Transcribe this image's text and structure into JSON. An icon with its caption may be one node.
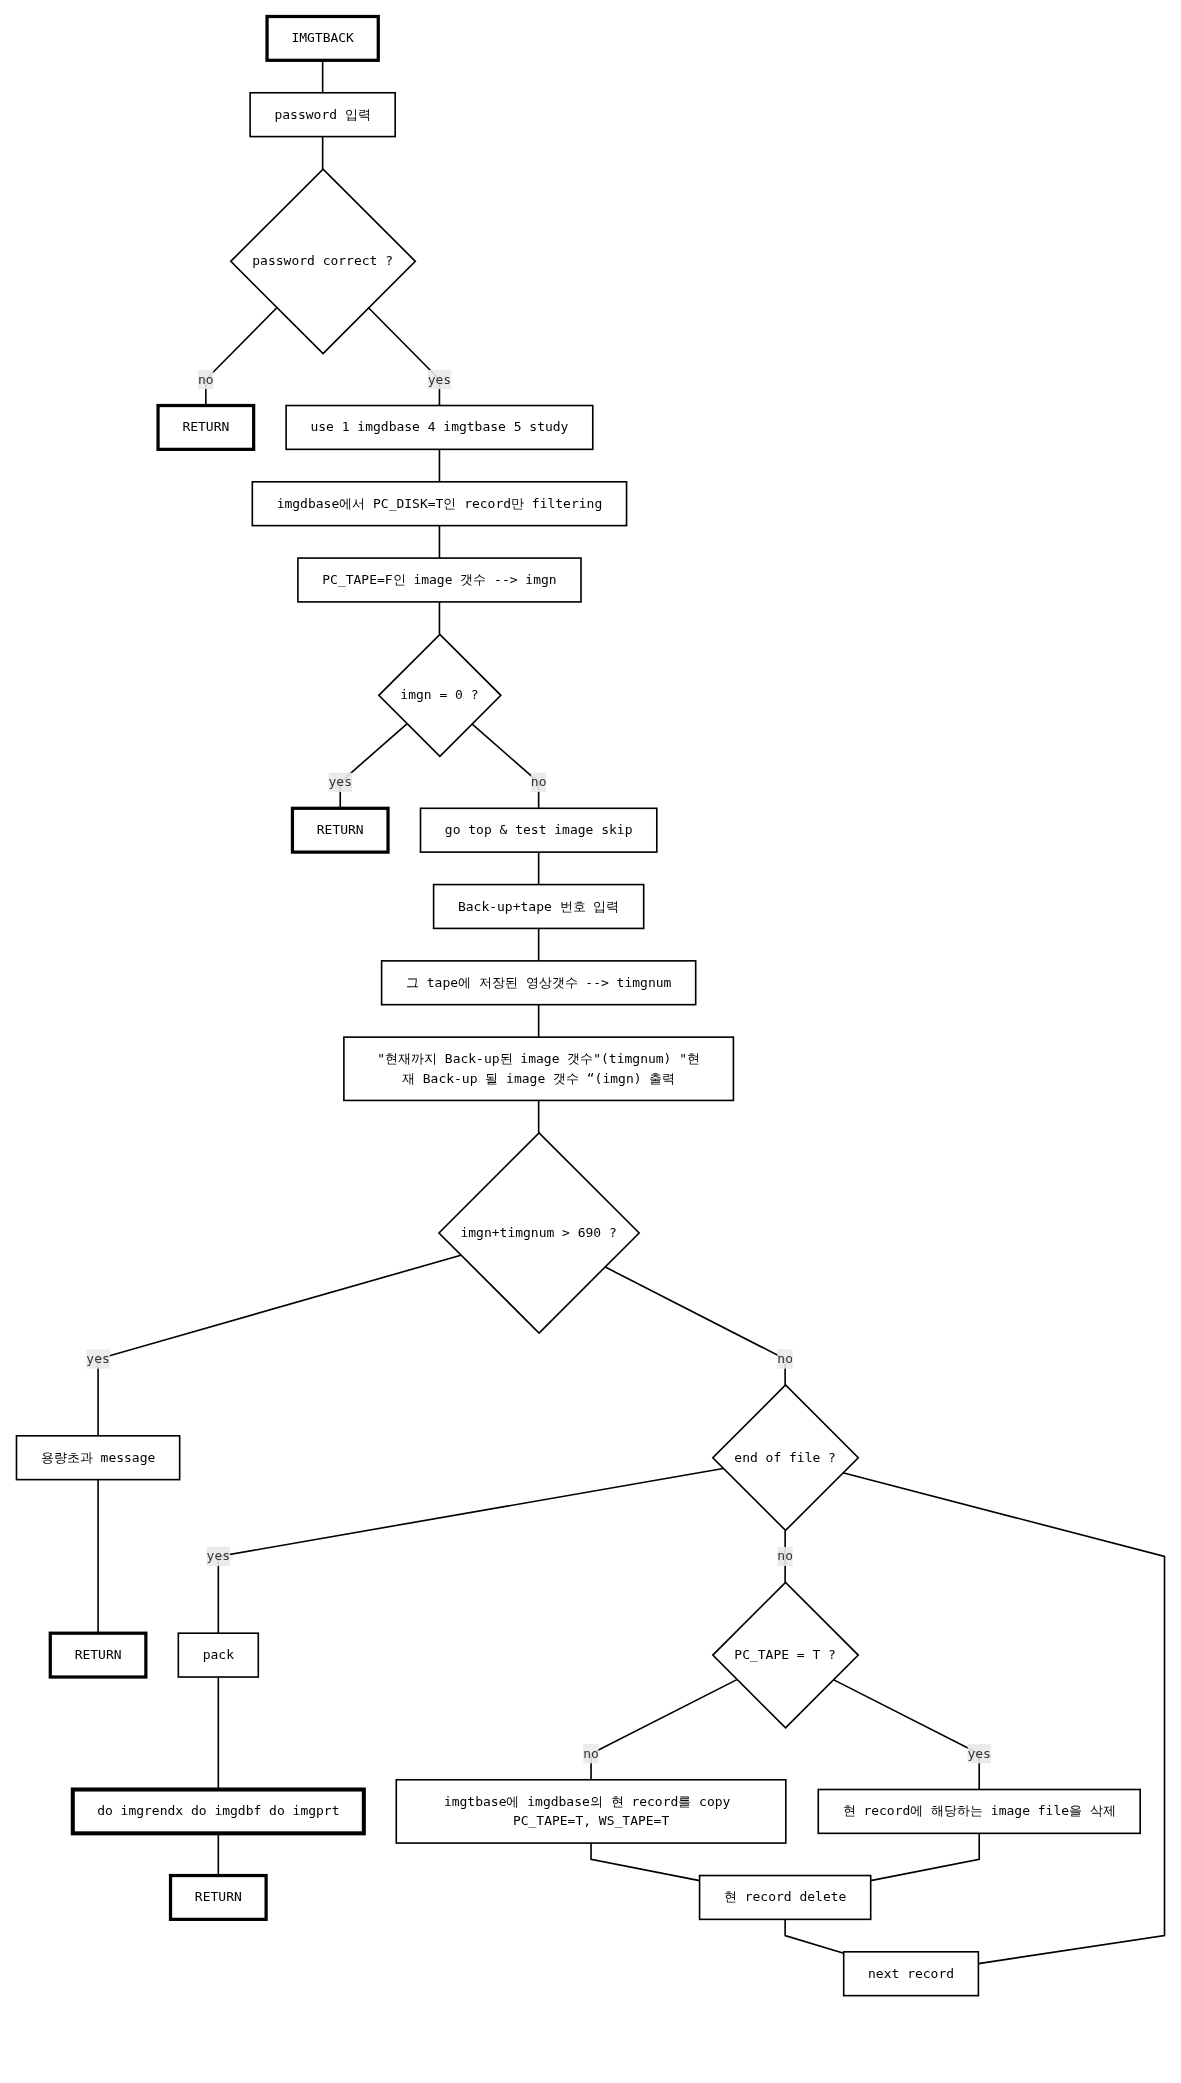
{
  "diagram": {
    "nodes": [
      {
        "text": [
          "IMGTBACK"
        ]
      },
      {
        "text": [
          "password 입력"
        ]
      },
      {
        "text": [
          "password correct ?"
        ]
      },
      {
        "text": [
          "RETURN"
        ]
      },
      {
        "text": [
          "use 1 imgdbase 4 imgtbase 5 study"
        ]
      },
      {
        "text": [
          "imgdbase에서 PC_DISK=T인 record만 filtering"
        ]
      },
      {
        "text": [
          "PC_TAPE=F인 image 갯수 --> imgn"
        ]
      },
      {
        "text": [
          "imgn = 0 ?"
        ]
      },
      {
        "text": [
          "RETURN"
        ]
      },
      {
        "text": [
          "go top & test image skip"
        ]
      },
      {
        "text": [
          "Back-up+tape 번호 입력"
        ]
      },
      {
        "text": [
          "그 tape에 저장된 영상갯수 --> timgnum"
        ]
      },
      {
        "text": [
          "\"현재까지 Back-up된 image 갯수\"(timgnum) \"현재 Back-up 될 image 갯수 “(imgn) 출력"
        ]
      },
      {
        "text": [
          "imgn+timgnum > 690 ?"
        ]
      },
      {
        "text": [
          "용량초과 message"
        ]
      },
      {
        "text": [
          "RETURN"
        ]
      },
      {
        "text": [
          "end of file ?"
        ]
      },
      {
        "text": [
          "pack"
        ]
      },
      {
        "text": [
          "do imgrendx do imgdbf do imgprt"
        ]
      },
      {
        "text": [
          "RETURN"
        ]
      },
      {
        "text": [
          "PC_TAPE = T ?"
        ]
      },
      {
        "text": [
          "imgtbase에 imgdbase의 현 record를 copy PC_TAPE=T, WS_TAPE=T"
        ]
      },
      {
        "text": [
          "현 record에 해당하는 image file을 삭제"
        ]
      },
      {
        "text": [
          "현 record delete"
        ]
      },
      {
        "text": [
          "next record"
        ]
      }
    ],
    "edges": [
      {
        "from": 0,
        "to": 1,
        "arrow": "none"
      },
      {
        "from": 1,
        "to": 2,
        "arrow": "none"
      },
      {
        "from": 2,
        "to": 3,
        "arrow": "none",
        "label": "no"
      },
      {
        "from": 2,
        "to": 4,
        "arrow": "none",
        "label": "yes"
      },
      {
        "from": 4,
        "to": 5,
        "arrow": "none"
      },
      {
        "from": 5,
        "to": 6,
        "arrow": "none"
      },
      {
        "from": 6,
        "to": 7,
        "arrow": "none"
      },
      {
        "from": 7,
        "to": 8,
        "arrow": "none",
        "label": "yes"
      },
      {
        "from": 7,
        "to": 9,
        "arrow": "none",
        "label": "no"
      },
      {
        "from": 9,
        "to": 10,
        "arrow": "none"
      },
      {
        "from": 10,
        "to": 11,
        "arrow": "none"
      },
      {
        "from": 11,
        "to": 12,
        "arrow": "none"
      },
      {
        "from": 12,
        "to": 13,
        "arrow": "none"
      },
      {
        "from": 13,
        "to": 14,
        "arrow": "none",
        "label": "yes"
      },
      {
        "from": 14,
        "to": 15,
        "arrow": "none"
      },
      {
        "from": 13,
        "to": 16,
        "arrow": "none",
        "label": "no"
      },
      {
        "from": 16,
        "to": 17,
        "arrow": "none",
        "label": "yes"
      },
      {
        "from": 17,
        "to": 18,
        "arrow": "none"
      },
      {
        "from": 18,
        "to": 19,
        "arrow": "none"
      },
      {
        "from": 16,
        "to": 20,
        "arrow": "none",
        "label": "no"
      },
      {
        "from": 20,
        "to": 22,
        "arrow": "none",
        "label": "yes"
      },
      {
        "from": 20,
        "to": 21,
        "arrow": "none",
        "label": "no"
      },
      {
        "from": 21,
        "to": 23,
        "arrow": "none"
      },
      {
        "from": 22,
        "to": 23,
        "arrow": "none"
      },
      {
        "from": 23,
        "to": 24,
        "arrow": "none"
      },
      {
        "from": 24,
        "to": 16,
        "arrow": "none"
      }
    ]
  }
}
